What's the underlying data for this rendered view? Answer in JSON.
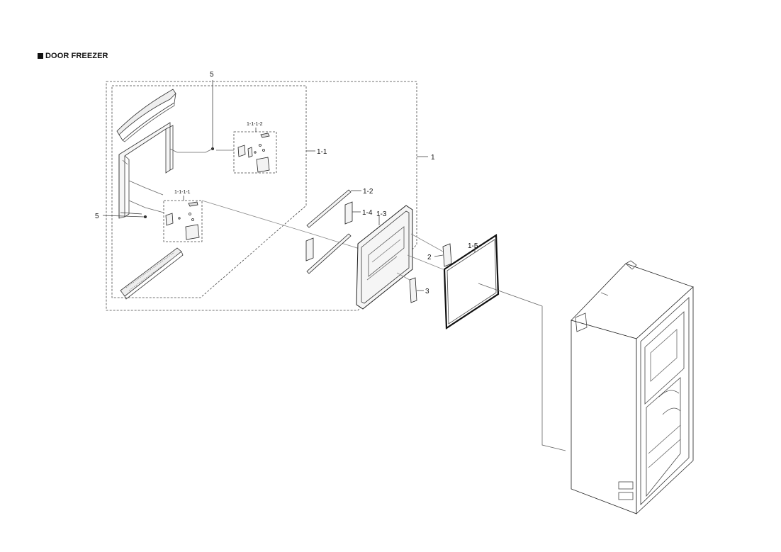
{
  "header": {
    "title": "DOOR FREEZER"
  },
  "callouts": {
    "c1": "1",
    "c1_1": "1-1",
    "c1_1_1_1": "1-1-1-1",
    "c1_1_1_2": "1-1-1-2",
    "c1_2": "1-2",
    "c1_3": "1-3",
    "c1_4": "1-4",
    "c1_5": "1-5",
    "c2": "2",
    "c3": "3",
    "c5_top": "5",
    "c5_left": "5"
  }
}
